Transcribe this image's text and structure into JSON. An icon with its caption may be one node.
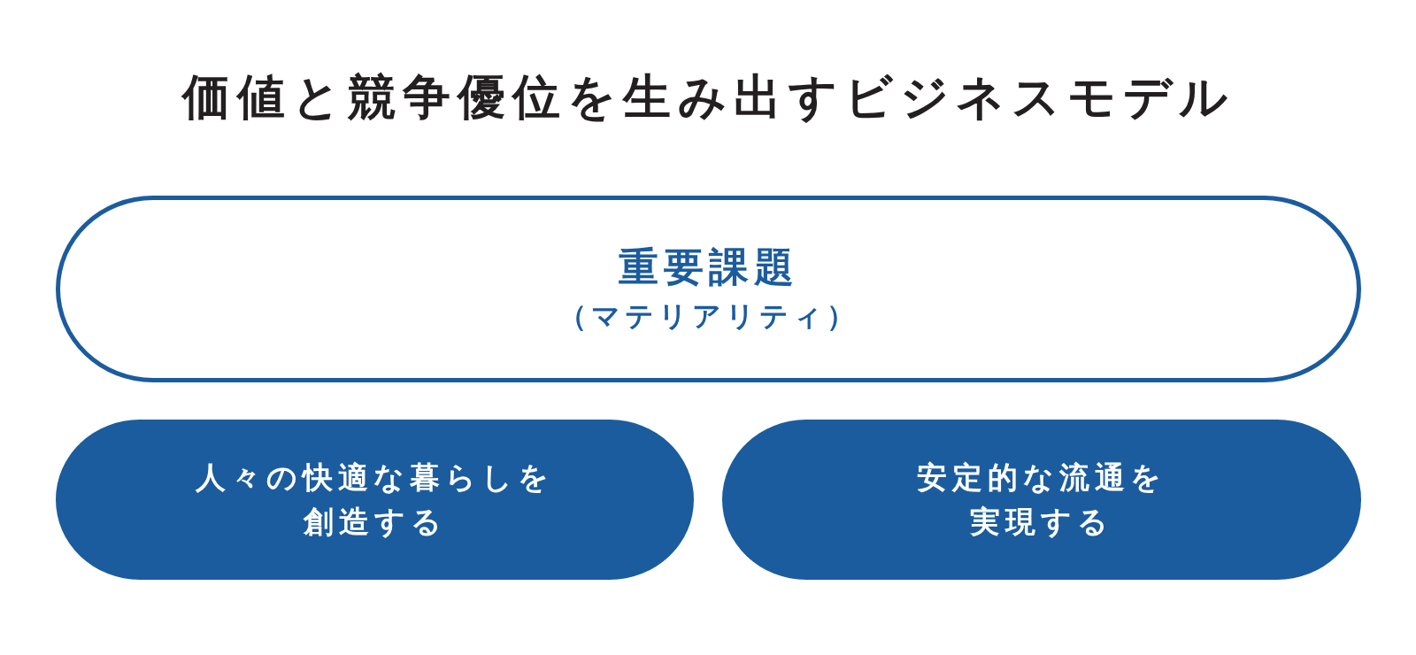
{
  "diagram": {
    "title": "価値と競争優位を生み出すビジネスモデル",
    "nodes": [
      {
        "text": [
          "重要課題",
          "（マテリアリティ）"
        ]
      },
      {
        "text": [
          "人々の快適な暮らしを創造する"
        ]
      },
      {
        "text": [
          "安定的な流通を実現する"
        ]
      }
    ]
  }
}
